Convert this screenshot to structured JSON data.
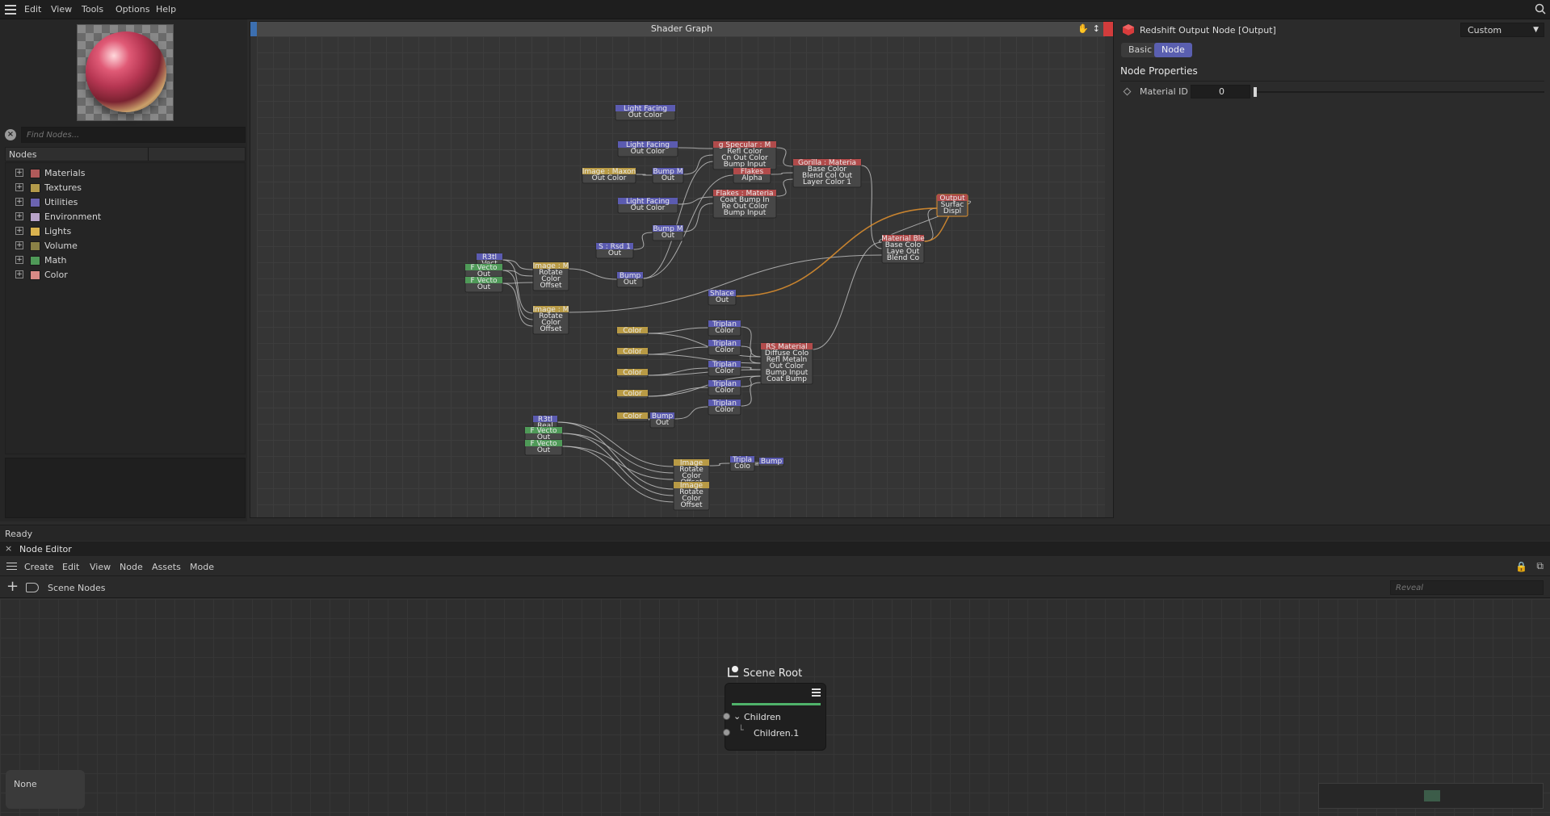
{
  "menubar": {
    "items": [
      "Edit",
      "View",
      "Tools",
      "Options",
      "Help"
    ]
  },
  "left_panel": {
    "find_placeholder": "Find Nodes...",
    "nodes_header": "Nodes",
    "tree": [
      {
        "label": "Materials",
        "color": "#b15a5a"
      },
      {
        "label": "Textures",
        "color": "#b39a4a"
      },
      {
        "label": "Utilities",
        "color": "#6b63b0"
      },
      {
        "label": "Environment",
        "color": "#b8a3c9"
      },
      {
        "label": "Lights",
        "color": "#d9b24f"
      },
      {
        "label": "Volume",
        "color": "#8a8146"
      },
      {
        "label": "Math",
        "color": "#4f9a58"
      },
      {
        "label": "Color",
        "color": "#d98a86"
      }
    ]
  },
  "shader_graph": {
    "title": "Shader Graph",
    "nodes": [
      {
        "id": "n1",
        "lines": [
          "Light Facing",
          "Out Color"
        ],
        "head": "#5b5bb0"
      },
      {
        "id": "n2",
        "lines": [
          "Light Facing",
          "Out Color"
        ],
        "head": "#5b5bb0"
      },
      {
        "id": "n3",
        "lines": [
          "g Specular : M",
          "Refl Color",
          "Cn Out Color",
          "Bump Input"
        ],
        "head": "#b14b4b"
      },
      {
        "id": "n4",
        "lines": [
          "Image : Maxon",
          "Out Color"
        ],
        "head": "#b89a45"
      },
      {
        "id": "n5",
        "lines": [
          "Bump M",
          "Out"
        ],
        "head": "#5b5bb0"
      },
      {
        "id": "n6",
        "lines": [
          "Flakes",
          "Alpha"
        ],
        "head": "#b14b4b"
      },
      {
        "id": "n7",
        "lines": [
          "Gorilla : Materia",
          "Base Color",
          "Blend Col Out",
          "Layer Color 1"
        ],
        "head": "#b14b4b"
      },
      {
        "id": "n8",
        "lines": [
          "Light Facing",
          "Out Color"
        ],
        "head": "#5b5bb0"
      },
      {
        "id": "n9",
        "lines": [
          "Flakes : Materia",
          "Coat Bump In",
          "Re Out Color",
          "Bump Input"
        ],
        "head": "#b14b4b"
      },
      {
        "id": "n10",
        "lines": [
          "Bump M",
          "Out"
        ],
        "head": "#5b5bb0"
      },
      {
        "id": "n11",
        "lines": [
          "S : Rsd 1",
          "Out"
        ],
        "head": "#5b5bb0"
      },
      {
        "id": "n12",
        "lines": [
          "Output",
          "Surfac",
          "Displ"
        ],
        "head": "#b14b4b"
      },
      {
        "id": "n13",
        "lines": [
          "Material Ble",
          "Base Colo",
          "Laye Out",
          "Blend Co"
        ],
        "head": "#b14b4b"
      },
      {
        "id": "n14",
        "lines": [
          "R3tl",
          "Vect",
          "Out"
        ],
        "head": "#5b5bb0"
      },
      {
        "id": "n15",
        "lines": [
          "Image : M",
          "Rotate",
          "Color",
          "Offset"
        ],
        "head": "#b89a45"
      },
      {
        "id": "n16",
        "lines": [
          "F Vecto",
          "Out"
        ],
        "head": "#4f9a58"
      },
      {
        "id": "n17",
        "lines": [
          "F Vecto",
          "Out"
        ],
        "head": "#4f9a58"
      },
      {
        "id": "n18",
        "lines": [
          "Bump",
          "Out"
        ],
        "head": "#5b5bb0"
      },
      {
        "id": "n19",
        "lines": [
          "Image : M",
          "Rotate",
          "Color",
          "Offset"
        ],
        "head": "#b89a45"
      },
      {
        "id": "n20",
        "lines": [
          "Shlace",
          "Out"
        ],
        "head": "#5b5bb0"
      },
      {
        "id": "n21",
        "lines": [
          "Triplan",
          "Color"
        ],
        "head": "#5b5bb0"
      },
      {
        "id": "n22",
        "lines": [
          "Triplan",
          "Color"
        ],
        "head": "#5b5bb0"
      },
      {
        "id": "n23",
        "lines": [
          "RS Material",
          "Diffuse Colo",
          "Refl Metaln",
          "Out Color",
          "Bump Input",
          "Coat Bump"
        ],
        "head": "#b14b4b"
      },
      {
        "id": "n24",
        "lines": [
          "Triplan",
          "Color"
        ],
        "head": "#5b5bb0"
      },
      {
        "id": "n25",
        "lines": [
          "Triplan",
          "Color"
        ],
        "head": "#5b5bb0"
      },
      {
        "id": "n26",
        "lines": [
          "Triplan",
          "Color"
        ],
        "head": "#5b5bb0"
      },
      {
        "id": "n27",
        "lines": [
          "Color"
        ],
        "head": "#b89a45"
      },
      {
        "id": "n28",
        "lines": [
          "Color"
        ],
        "head": "#b89a45"
      },
      {
        "id": "n29",
        "lines": [
          "Color"
        ],
        "head": "#b89a45"
      },
      {
        "id": "n30",
        "lines": [
          "Color"
        ],
        "head": "#b89a45"
      },
      {
        "id": "n31",
        "lines": [
          "Color"
        ],
        "head": "#b89a45"
      },
      {
        "id": "n32",
        "lines": [
          "Bump",
          "Out"
        ],
        "head": "#5b5bb0"
      },
      {
        "id": "n33",
        "lines": [
          "R3tl",
          "Real",
          "Out"
        ],
        "head": "#5b5bb0"
      },
      {
        "id": "n34",
        "lines": [
          "F Vecto",
          "Out"
        ],
        "head": "#4f9a58"
      },
      {
        "id": "n35",
        "lines": [
          "F Vecto",
          "Out"
        ],
        "head": "#4f9a58"
      },
      {
        "id": "n36",
        "lines": [
          "Image",
          "Rotate",
          "Color",
          "Offset"
        ],
        "head": "#b89a45"
      },
      {
        "id": "n37",
        "lines": [
          "Image",
          "Rotate",
          "Color",
          "Offset"
        ],
        "head": "#b89a45"
      },
      {
        "id": "n38",
        "lines": [
          "Tripla",
          "Colo"
        ],
        "head": "#5b5bb0"
      },
      {
        "id": "n39",
        "lines": [
          "Bump"
        ],
        "head": "#5b5bb0"
      }
    ]
  },
  "right_panel": {
    "title": "Redshift Output Node [Output]",
    "mode": "Custom",
    "tabs": [
      "Basic",
      "Node"
    ],
    "active_tab": "Node",
    "section": "Node Properties",
    "material_id_label": "Material ID",
    "material_id_value": "0",
    "material_id_level": 0
  },
  "status": "Ready",
  "node_editor": {
    "tab_title": "Node Editor",
    "menu": [
      "Create",
      "Edit",
      "View",
      "Node",
      "Assets",
      "Mode"
    ],
    "path": "Scene Nodes",
    "reveal_placeholder": "Reveal",
    "scene_root": {
      "title": "Scene Root",
      "rows": [
        "Children",
        "Children.1"
      ]
    },
    "none_label": "None"
  },
  "colors": {
    "accent": "#5a5fb0",
    "wire": "#bdbdbd",
    "active_wire": "#e0912e",
    "status_green": "#4fb36a"
  }
}
